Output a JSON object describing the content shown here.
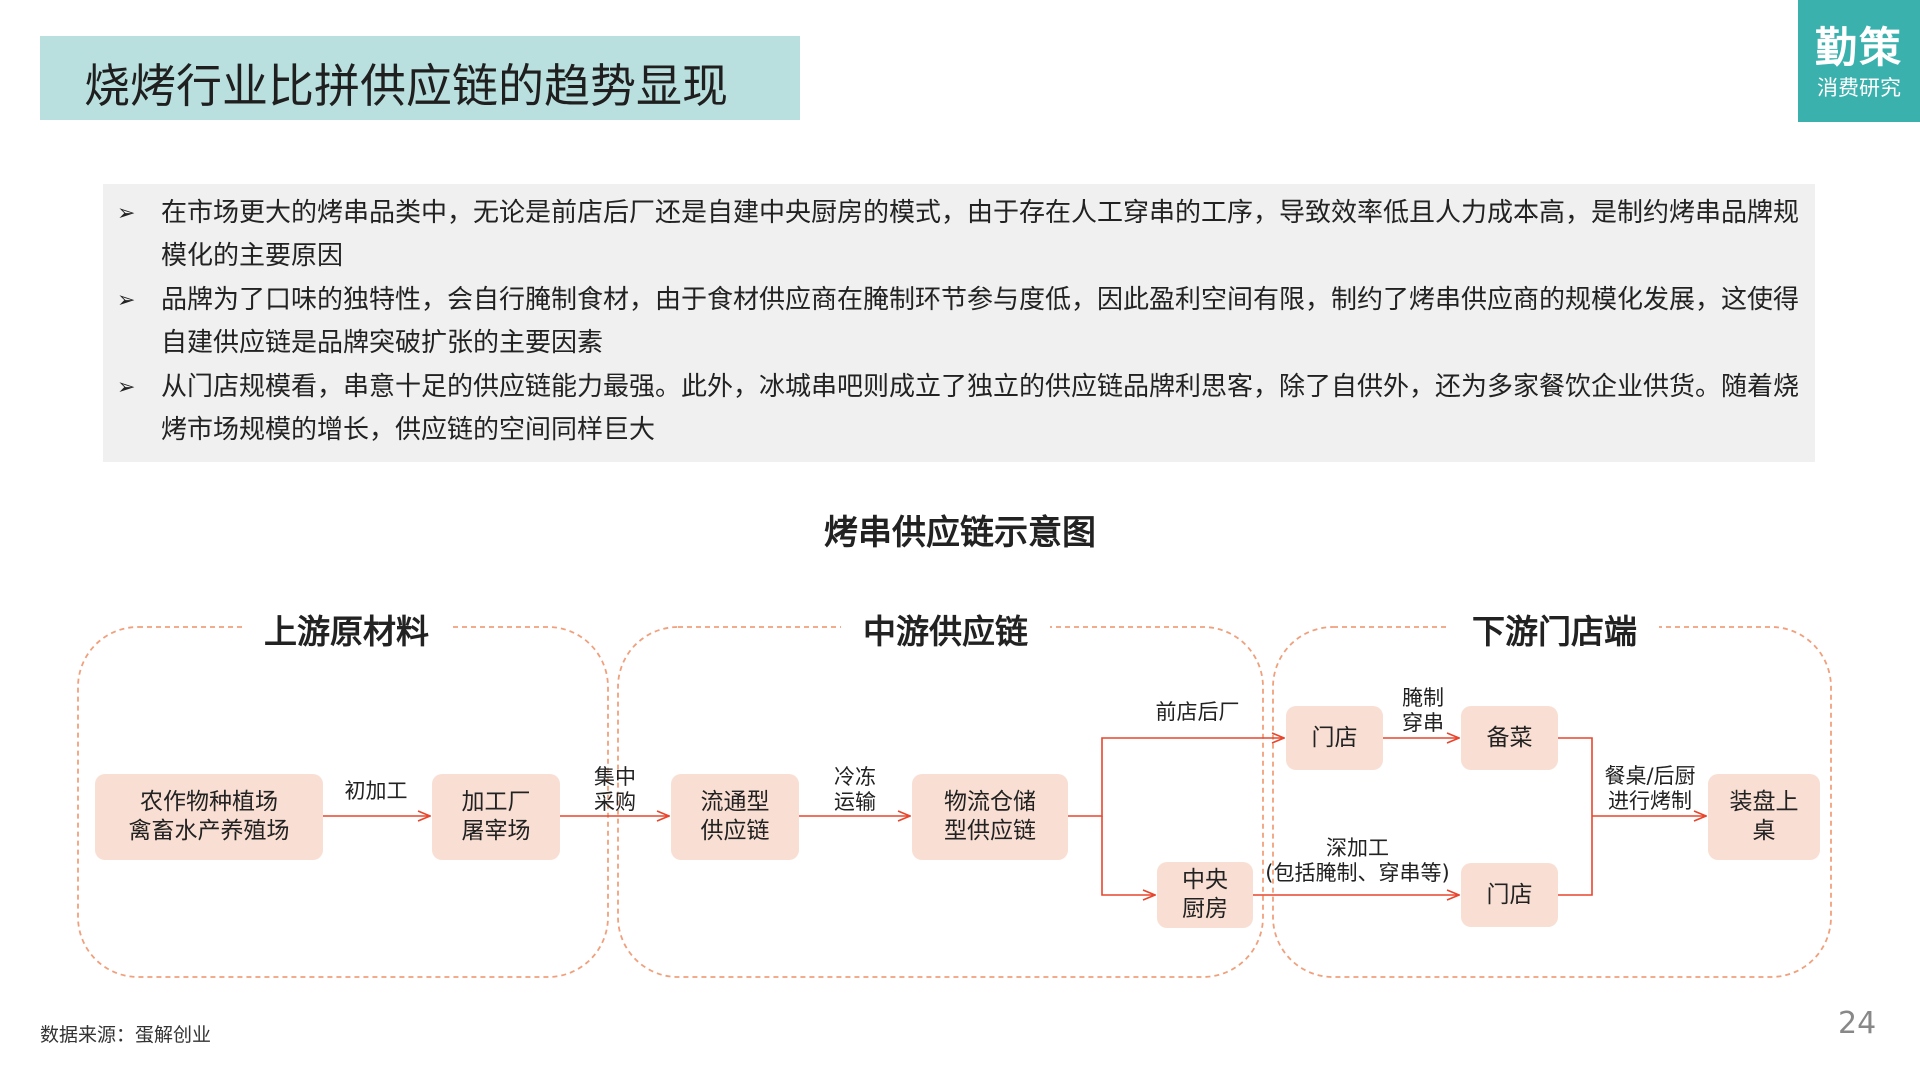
{
  "title": "烧烤行业比拼供应链的趋势显现",
  "logo": {
    "main": "勤策",
    "sub": "消费研究"
  },
  "bullets": [
    "在市场更大的烤串品类中，无论是前店后厂还是自建中央厨房的模式，由于存在人工穿串的工序，导致效率低且人力成本高，是制约烤串品牌规模化的主要原因",
    "品牌为了口味的独特性，会自行腌制食材，由于食材供应商在腌制环节参与度低，因此盈利空间有限，制约了烤串供应商的规模化发展，这使得自建供应链是品牌突破扩张的主要因素",
    "从门店规模看，串意十足的供应链能力最强。此外，冰城串吧则成立了独立的供应链品牌利思客，除了自供外，还为多家餐饮企业供货。随着烧烤市场规模的增长，供应链的空间同样巨大"
  ],
  "bullet_marker": "➢",
  "diagram": {
    "title": "烤串供应链示意图",
    "sections": {
      "upstream": "上游原材料",
      "midstream": "中游供应链",
      "downstream": "下游门店端"
    },
    "nodes": {
      "farm": "农作物种植场\n禽畜水产养殖场",
      "factory": "加工厂\n屠宰场",
      "circulation": "流通型\n供应链",
      "logistics": "物流仓储\n型供应链",
      "store1": "门店",
      "prep": "备菜",
      "central": "中央\n厨房",
      "store2": "门店",
      "plating": "装盘上\n桌"
    },
    "edges": {
      "primary": "初加工",
      "procure": "集中\n采购",
      "cold": "冷冻\n运输",
      "front_back": "前店后厂",
      "marinate": "腌制\n穿串",
      "deep": "深加工\n(包括腌制、穿串等)",
      "grill": "餐桌/后厨\n进行烤制"
    },
    "colors": {
      "line": "#e8452c",
      "node_fill": "#f9dfd3",
      "dashed_border": "#f0a07c"
    }
  },
  "source": "数据来源：蛋解创业",
  "page_number": "24"
}
